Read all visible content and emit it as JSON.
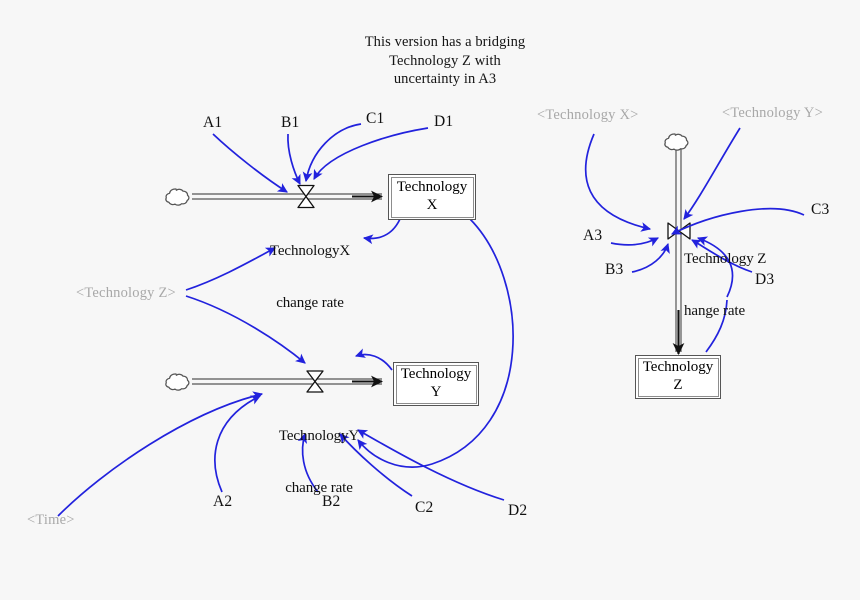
{
  "diagram": {
    "title_lines": [
      "This version has  a bridging",
      "Technology Z with",
      "uncertainty in A3"
    ],
    "background_color": "#f7f7f7",
    "link_color": "#2222dd",
    "flow_color": "#333333",
    "shadow_text_color": "#a8a8a8",
    "text_color": "#101010"
  },
  "stocks": [
    {
      "id": "tech-x",
      "line1": "Technology",
      "line2": "X"
    },
    {
      "id": "tech-y",
      "line1": "Technology",
      "line2": "Y"
    },
    {
      "id": "tech-z",
      "line1": "Technology",
      "line2": "Z"
    }
  ],
  "rates": [
    {
      "id": "rate-x",
      "line1": "TechnologyX",
      "line2": "change rate"
    },
    {
      "id": "rate-y",
      "line1": "TechnologyY",
      "line2": "change rate"
    },
    {
      "id": "rate-z",
      "line1": "Technology Z",
      "line2": "hange rate"
    }
  ],
  "aux_variables": [
    {
      "id": "a1",
      "label": "A1"
    },
    {
      "id": "b1",
      "label": "B1"
    },
    {
      "id": "c1",
      "label": "C1"
    },
    {
      "id": "d1",
      "label": "D1"
    },
    {
      "id": "a2",
      "label": "A2"
    },
    {
      "id": "b2",
      "label": "B2"
    },
    {
      "id": "c2",
      "label": "C2"
    },
    {
      "id": "d2",
      "label": "D2"
    },
    {
      "id": "a3",
      "label": "A3"
    },
    {
      "id": "b3",
      "label": "B3"
    },
    {
      "id": "c3",
      "label": "C3"
    },
    {
      "id": "d3",
      "label": "D3"
    }
  ],
  "shadow_variables": [
    {
      "id": "shadow-tech-z",
      "label": "<Technology Z>"
    },
    {
      "id": "shadow-time",
      "label": "<Time>"
    },
    {
      "id": "shadow-tech-x",
      "label": "<Technology X>"
    },
    {
      "id": "shadow-tech-y",
      "label": "<Technology Y>"
    }
  ]
}
